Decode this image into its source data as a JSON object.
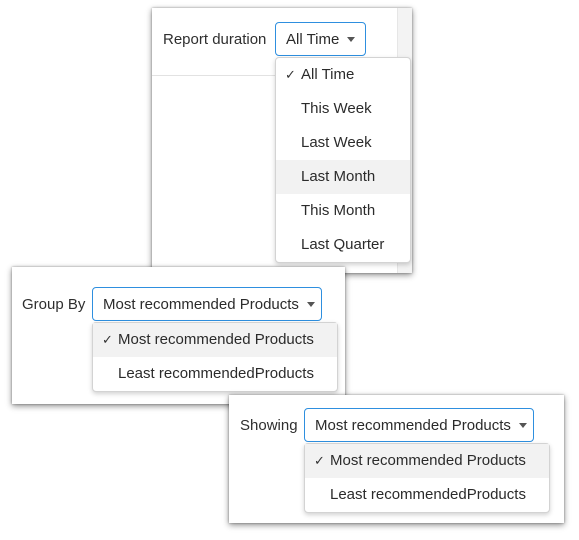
{
  "report_card": {
    "label": "Report duration",
    "selected": "All Time",
    "options": [
      {
        "label": "All Time",
        "checked": true
      },
      {
        "label": "This Week",
        "checked": false
      },
      {
        "label": "Last Week",
        "checked": false
      },
      {
        "label": "Last Month",
        "checked": false
      },
      {
        "label": "This Month",
        "checked": false
      },
      {
        "label": "Last Quarter",
        "checked": false
      }
    ]
  },
  "group_card": {
    "label": "Group By",
    "selected": "Most recommended Products",
    "options": [
      {
        "label": "Most recommended Products",
        "checked": true
      },
      {
        "label": "Least recommendedProducts",
        "checked": false
      }
    ]
  },
  "showing_card": {
    "label": "Showing",
    "selected": "Most recommended Products",
    "options": [
      {
        "label": "Most recommended Products",
        "checked": true
      },
      {
        "label": "Least recommendedProducts",
        "checked": false
      }
    ]
  },
  "check_glyph": "✓",
  "colors": {
    "accent_border": "#2e8fdf",
    "hover_bg": "#f2f2f2"
  }
}
